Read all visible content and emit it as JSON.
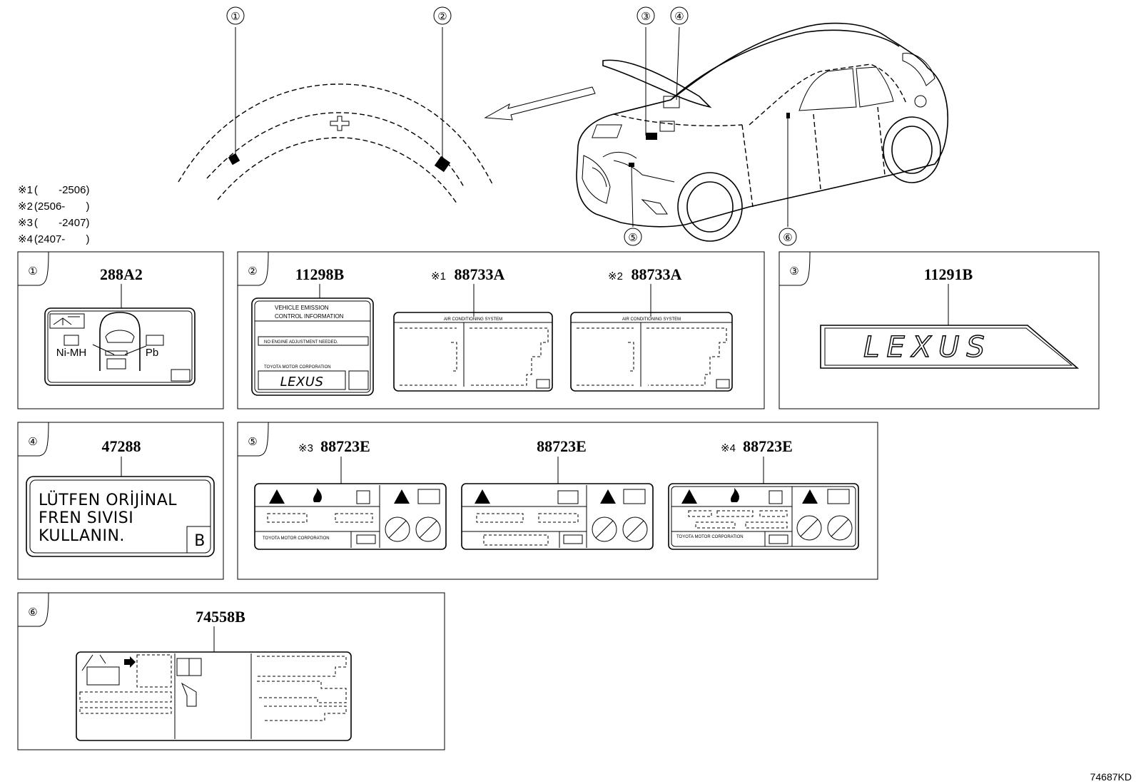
{
  "callout_numbers": [
    "①",
    "②",
    "③",
    "④",
    "⑤",
    "⑥"
  ],
  "date_notes": [
    {
      "mark": "※1",
      "range": "(       -2506)"
    },
    {
      "mark": "※2",
      "range": "(2506-       )"
    },
    {
      "mark": "※3",
      "range": "(       -2407)"
    },
    {
      "mark": "※4",
      "range": "(2407-       )"
    }
  ],
  "panels": {
    "p1": {
      "num": "①",
      "part": "288A2",
      "battery_left": "Ni-MH",
      "battery_right": "Pb"
    },
    "p2": {
      "num": "②",
      "part_a": "11298B",
      "mark_b": "※1",
      "part_b": "88733A",
      "mark_c": "※2",
      "part_c": "88733A",
      "emission_line1": "VEHICLE  EMISSION",
      "emission_line2": "CONTROL  INFORMATION",
      "emission_line3": "NO  ENGINE  ADJUSTMENT  NEEDED.",
      "emission_line4": "TOYOTA  MOTOR  CORPORATION",
      "emission_logo": "LEXUS",
      "ac_title_b": "AIR CONDITIONING SYSTEM",
      "ac_title_c": "AIR CONDITIONING SYSTEM"
    },
    "p3": {
      "num": "③",
      "part": "11291B",
      "logo": "LEXUS"
    },
    "p4": {
      "num": "④",
      "part": "47288",
      "line1": "LÜTFEN ORİJİNAL",
      "line2": "FREN SIVISI",
      "line3": "KULLANIN.",
      "corner": "B"
    },
    "p5": {
      "num": "⑤",
      "mark_a": "※3",
      "part_a": "88723E",
      "part_b": "88723E",
      "mark_c": "※4",
      "part_c": "88723E",
      "corp_a": "TOYOTA MOTOR CORPORATION",
      "corp_c": "TOYOTA MOTOR CORPORATION"
    },
    "p6": {
      "num": "⑥",
      "part": "74558B"
    }
  },
  "drawing_code": "74687KD"
}
